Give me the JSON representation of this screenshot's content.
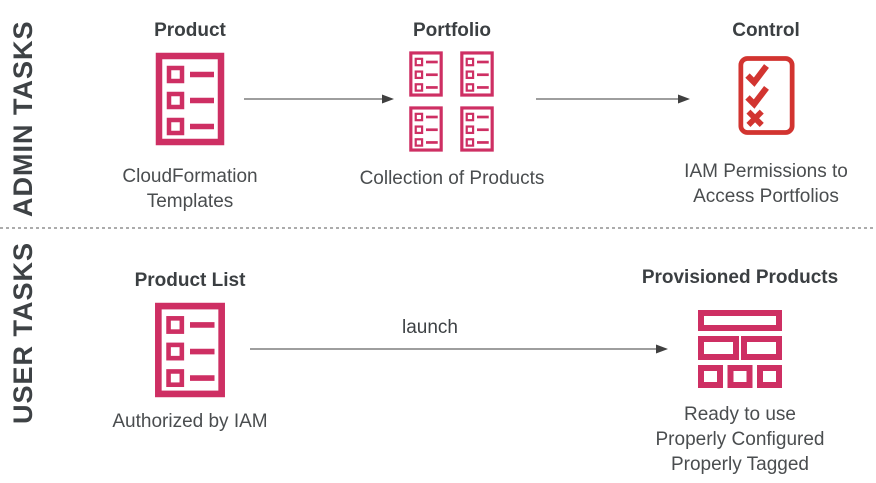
{
  "diagram": {
    "title_implicit": "Service Catalog concepts",
    "colors": {
      "product_pink": "#ce2f63",
      "control_red": "#d23430",
      "text_dark": "#3b3f42",
      "caption_gray": "#4a4d4f",
      "arrow_gray": "#7f7f7f",
      "arrowhead_dark": "#404040",
      "divider_gray": "#acacac"
    }
  },
  "sections": {
    "admin": {
      "label": "ADMIN TASKS",
      "columns": [
        {
          "title": "Product",
          "caption": "CloudFormation\nTemplates",
          "icon": "list-document-icon"
        },
        {
          "title": "Portfolio",
          "caption": "Collection of Products",
          "icon": "portfolio-grid-icon"
        },
        {
          "title": "Control",
          "caption": "IAM Permissions to\nAccess Portfolios",
          "icon": "checklist-icon"
        }
      ]
    },
    "user": {
      "label": "USER TASKS",
      "arrow_label": "launch",
      "columns": [
        {
          "title": "Product List",
          "caption": "Authorized by IAM",
          "icon": "list-document-icon"
        },
        {
          "title": "Provisioned Products",
          "caption": "Ready to use\nProperly Configured\nProperly Tagged",
          "icon": "provisioned-blocks-icon"
        }
      ]
    }
  }
}
